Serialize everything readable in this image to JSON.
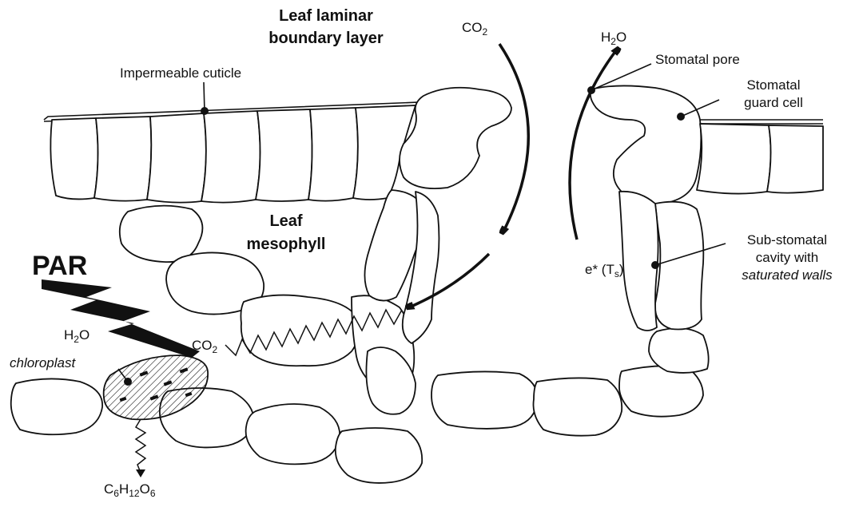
{
  "labels": {
    "boundary_layer_line1": "Leaf laminar",
    "boundary_layer_line2": "boundary layer",
    "cuticle": "Impermeable cuticle",
    "co2_top": "CO2",
    "h2o_top": "H2O",
    "stomatal_pore": "Stomatal pore",
    "guard_cell_line1": "Stomatal",
    "guard_cell_line2": "guard cell",
    "mesophyll_line1": "Leaf",
    "mesophyll_line2": "mesophyll",
    "par": "PAR",
    "substomatal_line1": "Sub-stomatal",
    "substomatal_line2": "cavity with",
    "substomatal_line3": "saturated walls",
    "e_star": "e* (Ts)",
    "h2o_chloroplast": "H2O",
    "co2_chloroplast": "CO2",
    "chloroplast": "chloroplast",
    "glucose": "C6H12O6"
  },
  "formula": {
    "co2_main": "CO",
    "co2_sub": "2",
    "h2o_h": "H",
    "h2o_sub": "2",
    "h2o_o": "O",
    "e_star_main": "e* (T",
    "e_star_sub": "s",
    "e_star_end": ")",
    "glu_c": "C",
    "glu_6a": "6",
    "glu_h": "H",
    "glu_12": "12",
    "glu_o": "O",
    "glu_6b": "6"
  }
}
